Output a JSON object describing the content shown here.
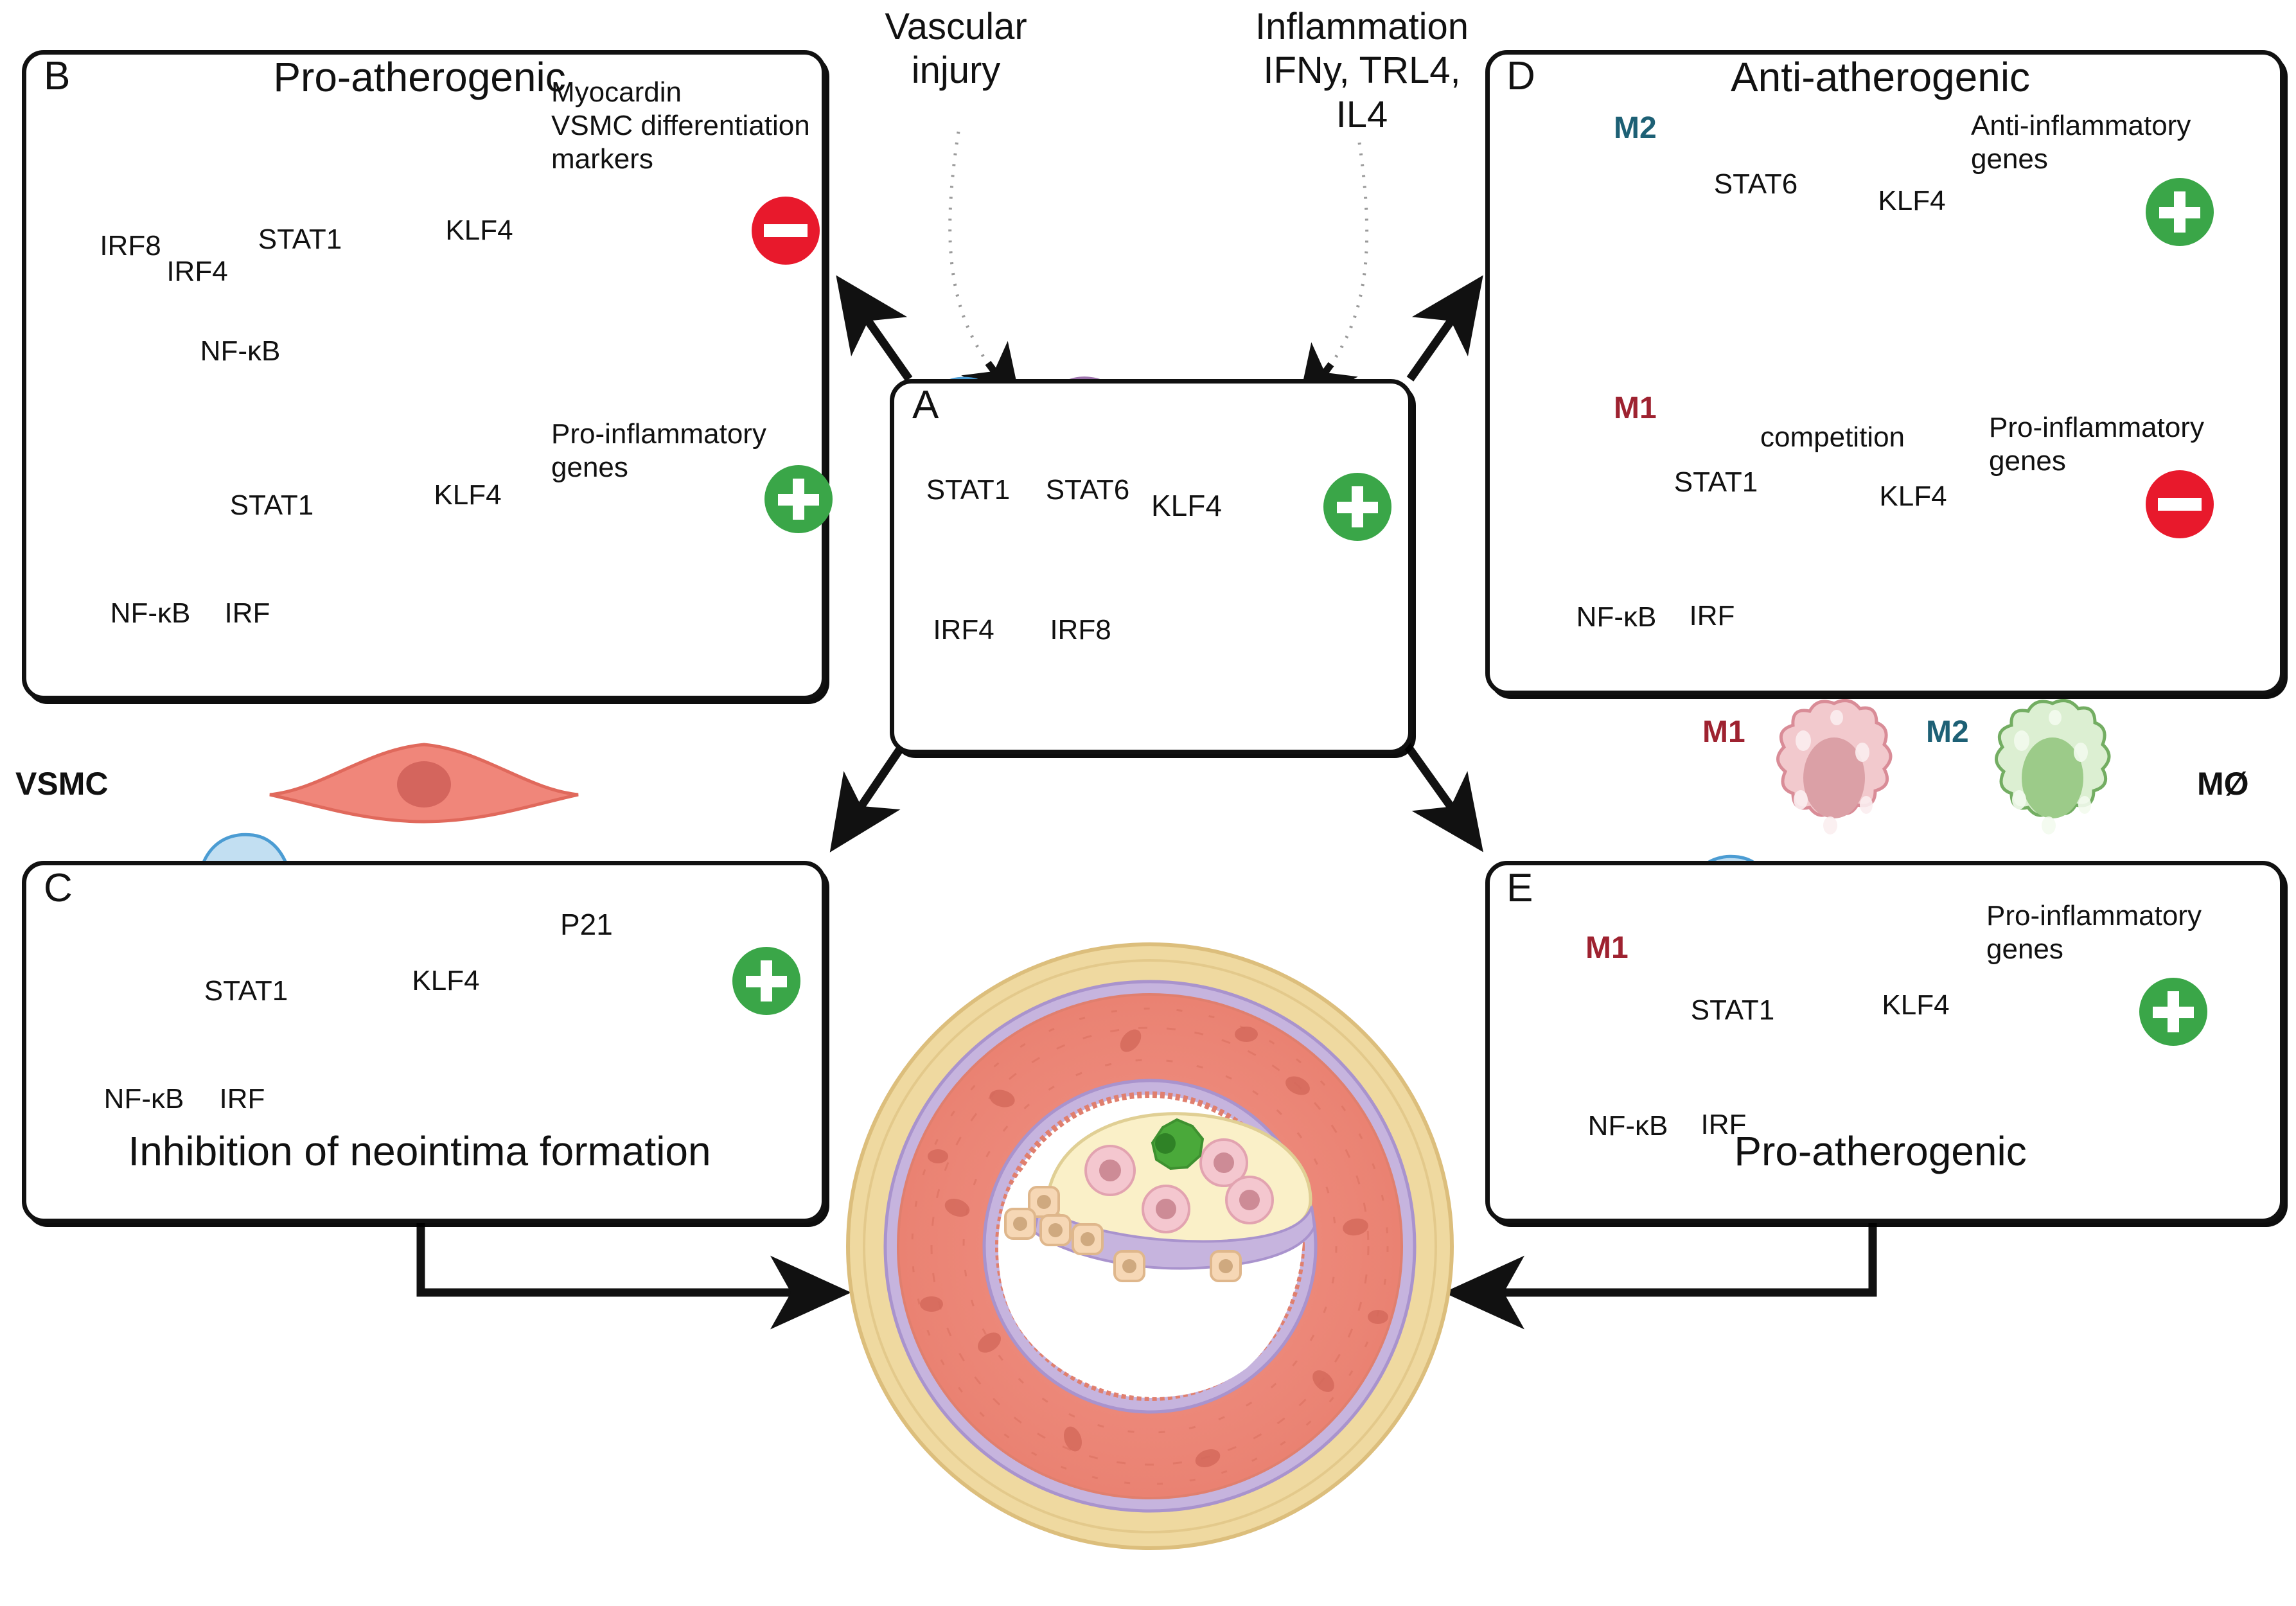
{
  "figure": {
    "type": "biological-pathway-diagram",
    "top_stimuli": [
      {
        "id": "vascular-injury",
        "label": "Vascular\ninjury"
      },
      {
        "id": "inflammation",
        "label": "Inflammation\nIFNy, TRL4,\nIL4"
      }
    ],
    "cell_type_labels": [
      {
        "id": "vsmc",
        "label": "VSMC"
      },
      {
        "id": "macrophage",
        "label": "MØ"
      }
    ],
    "macrophage_legend": [
      {
        "id": "m1-cell",
        "label": "M1",
        "color": "#9e2230",
        "fill": "#f2c9cd"
      },
      {
        "id": "m2-cell",
        "label": "M2",
        "color": "#1d6075",
        "fill": "#dcefd2"
      }
    ]
  },
  "panels": {
    "A": {
      "letter": "A",
      "title": "",
      "proteins": [
        {
          "name": "STAT1",
          "color": "#c2dff2"
        },
        {
          "name": "STAT6",
          "color": "#c7a8cf"
        },
        {
          "name": "IRF4",
          "color": "#e4f0f0"
        },
        {
          "name": "IRF8",
          "color": "#bedfb0"
        }
      ],
      "target_gene": "KLF4",
      "outcome_symbol": "plus"
    },
    "B": {
      "letter": "B",
      "title": "Pro-atherogenic",
      "rows": [
        {
          "proteins": [
            {
              "name": "IRF8",
              "color": "#bedfb0"
            },
            {
              "name": "IRF4",
              "color": "#e4f0f0"
            },
            {
              "name": "STAT1",
              "color": "#c2dff2"
            },
            {
              "name": "KLF4",
              "color": "#8d97d2"
            },
            {
              "name": "NF-κB",
              "color": "#c9c9c9"
            }
          ],
          "target_gene": "Myocardin\nVSMC differentiation\nmarkers",
          "outcome_symbol": "minus",
          "blocked": true,
          "repression": true
        },
        {
          "proteins": [
            {
              "name": "STAT1",
              "color": "#c2dff2"
            },
            {
              "name": "KLF4",
              "color": "#8d97d2"
            },
            {
              "name": "NF-κB",
              "color": "#c9c9c9"
            },
            {
              "name": "IRF",
              "color": "#7ecfbb"
            }
          ],
          "target_gene": "Pro-inflammatory\ngenes",
          "outcome_symbol": "plus",
          "blocked": false,
          "repression": false
        }
      ]
    },
    "C": {
      "letter": "C",
      "title": "",
      "caption": "Inhibition of neointima formation",
      "proteins": [
        {
          "name": "STAT1",
          "color": "#c2dff2"
        },
        {
          "name": "KLF4",
          "color": "#8d97d2"
        },
        {
          "name": "NF-κB",
          "color": "#c9c9c9"
        },
        {
          "name": "IRF",
          "color": "#7ecfbb"
        }
      ],
      "target_gene": "P21",
      "outcome_symbol": "plus"
    },
    "D": {
      "letter": "D",
      "title": "Anti-atherogenic",
      "rows": [
        {
          "state": "M2",
          "state_color": "#1d6075",
          "proteins": [
            {
              "name": "STAT6",
              "color": "#c7a8cf"
            },
            {
              "name": "KLF4",
              "color": "#9aaad8"
            }
          ],
          "target_gene": "Anti-inflammatory\ngenes",
          "outcome_symbol": "plus",
          "blocked": false
        },
        {
          "state": "M1",
          "state_color": "#9e2230",
          "proteins": [
            {
              "name": "STAT1",
              "color": "#c2dff2"
            },
            {
              "name": "KLF4",
              "color": "#8d97d2"
            },
            {
              "name": "NF-κB",
              "color": "#c9c9c9"
            },
            {
              "name": "IRF",
              "color": "#7ecfbb"
            }
          ],
          "annotation": "competition",
          "target_gene": "Pro-inflammatory\ngenes",
          "outcome_symbol": "minus",
          "blocked": true,
          "repression": true
        }
      ]
    },
    "E": {
      "letter": "E",
      "title": "",
      "caption": "Pro-atherogenic",
      "state": "M1",
      "state_color": "#9e2230",
      "proteins": [
        {
          "name": "STAT1",
          "color": "#c2dff2"
        },
        {
          "name": "KLF4",
          "color": "#8d97d2"
        },
        {
          "name": "NF-κB",
          "color": "#c9c9c9"
        },
        {
          "name": "IRF",
          "color": "#7ecfbb"
        }
      ],
      "target_gene": "Pro-inflammatory\ngenes",
      "outcome_symbol": "plus"
    }
  },
  "artery": {
    "name": "atherosclerotic-artery-cross-section",
    "layers": [
      "adventitia",
      "media",
      "intima",
      "plaque",
      "lumen"
    ],
    "colors": {
      "adventitia": "#efd9a0",
      "media": "#f09387",
      "elastic_lamina": "#c6b4de",
      "plaque": "#faf0c8",
      "lumen": "#ffffff",
      "foam_cell": "#f4c7cf",
      "macrophage_green": "#4aa93a"
    }
  },
  "colors": {
    "dna": "#336b87",
    "green_arrow": "#3aa648",
    "red_inhibit": "#e8192c",
    "plus": "#3aa648",
    "minus": "#e8192c",
    "black": "#111111"
  }
}
